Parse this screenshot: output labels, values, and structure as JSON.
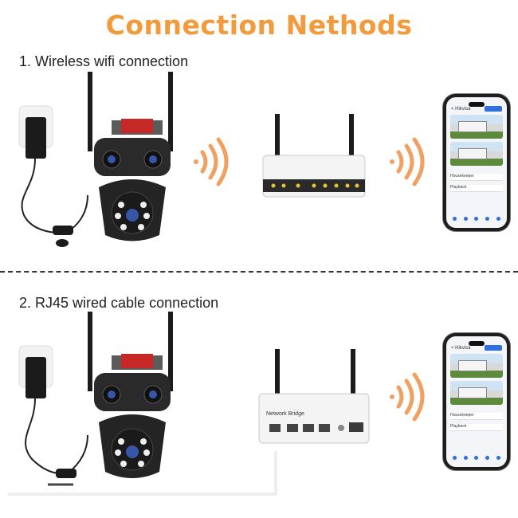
{
  "title": "Connection Nethods",
  "sections": [
    {
      "label": "1. Wireless wifi connection"
    },
    {
      "label": "2. RJ45 wired cable connection"
    }
  ],
  "router2_text": "Network Bridge",
  "phone": {
    "header": "< Hikvisa",
    "row1": "Housekeeper",
    "row2": "Playback"
  },
  "colors": {
    "title": "#f39a3c",
    "wave": "#f0a060",
    "camera": "#2a2a2a",
    "camera_top": "#c62828"
  },
  "icons": [
    "power-adapter-icon",
    "camera-icon",
    "wifi-signal-icon",
    "router-icon",
    "smartphone-icon"
  ]
}
